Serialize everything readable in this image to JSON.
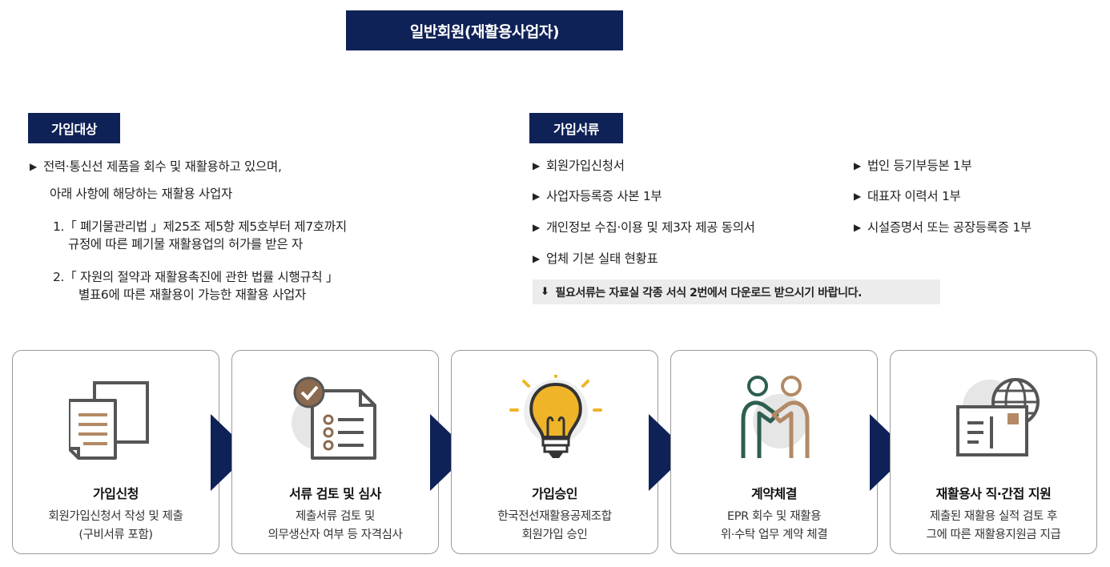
{
  "header": {
    "title": "일반회원(재활용사업자)"
  },
  "target": {
    "tag": "가입대상",
    "intro_line1": "전력·통신선 제품을 회수 및 재활용하고 있으며,",
    "intro_line2": "아래 사항에 해당하는 재활용 사업자",
    "item1_line1": "1.「 폐기물관리법 」제25조 제5항 제5호부터 제7호까지",
    "item1_line2": "규정에 따른 폐기물 재활용업의 허가를 받은 자",
    "item2_line1": "2.「 자원의 절약과 재활용촉진에 관한 법률 시행규칙 」",
    "item2_line2": "별표6에 따른 재활용이 가능한 재활용 사업자"
  },
  "docs": {
    "tag": "가입서류",
    "left": [
      "회원가입신청서",
      "사업자등록증 사본 1부",
      "개인정보 수집·이용 및 제3자 제공 동의서",
      "업체 기본 실태 현황표"
    ],
    "right": [
      "법인 등기부등본 1부",
      "대표자 이력서 1부",
      "시설증명서 또는 공장등록증 1부"
    ],
    "notice": "필요서류는 자료실 각종 서식 2번에서 다운로드 받으시기 바랍니다."
  },
  "steps": [
    {
      "title": "가입신청",
      "desc1": "회원가입신청서 작성 및 제출",
      "desc2": "(구비서류 포함)",
      "icon": "document-stack-icon"
    },
    {
      "title": "서류 검토 및 심사",
      "desc1": "제출서류 검토 및",
      "desc2": "의무생산자 여부 등 자격심사",
      "icon": "checklist-icon"
    },
    {
      "title": "가입승인",
      "desc1": "한국전선재활용공제조합",
      "desc2": "회원가입 승인",
      "icon": "lightbulb-icon"
    },
    {
      "title": "계약체결",
      "desc1": "EPR 회수 및 재활용",
      "desc2": "위·수탁 업무 계약 체결",
      "icon": "handshake-icon"
    },
    {
      "title": "재활용사 직·간접 지원",
      "desc1": "제출된 재활용 실적 검토 후",
      "desc2": "그에 따른 재활용지원금 지급",
      "icon": "globe-mail-icon"
    }
  ],
  "colors": {
    "navy": "#0f2257",
    "brown": "#8b6a4f",
    "teal": "#2e5e52",
    "gold": "#f0b429"
  }
}
